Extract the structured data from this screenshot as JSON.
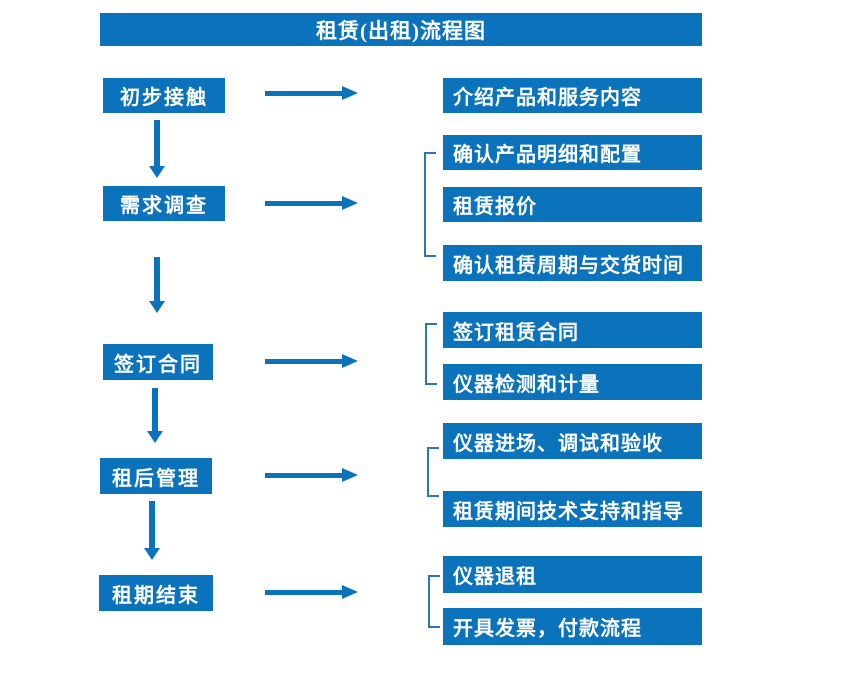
{
  "title": "租赁(出租)流程图",
  "colors": {
    "box_blue": "#0b72bc",
    "bracket_blue": "#2e75b6",
    "text_white": "#ffffff",
    "background": "#ffffff"
  },
  "steps": [
    {
      "label": "初步接触",
      "details": [
        "介绍产品和服务内容"
      ]
    },
    {
      "label": "需求调查",
      "details": [
        "确认产品明细和配置",
        "租赁报价",
        "确认租赁周期与交货时间"
      ]
    },
    {
      "label": "签订合同",
      "details": [
        "签订租赁合同",
        "仪器检测和计量"
      ]
    },
    {
      "label": "租后管理",
      "details": [
        "仪器进场、调试和验收",
        "租赁期间技术支持和指导"
      ]
    },
    {
      "label": "租期结束",
      "details": [
        "仪器退租",
        "开具发票，付款流程"
      ]
    }
  ]
}
